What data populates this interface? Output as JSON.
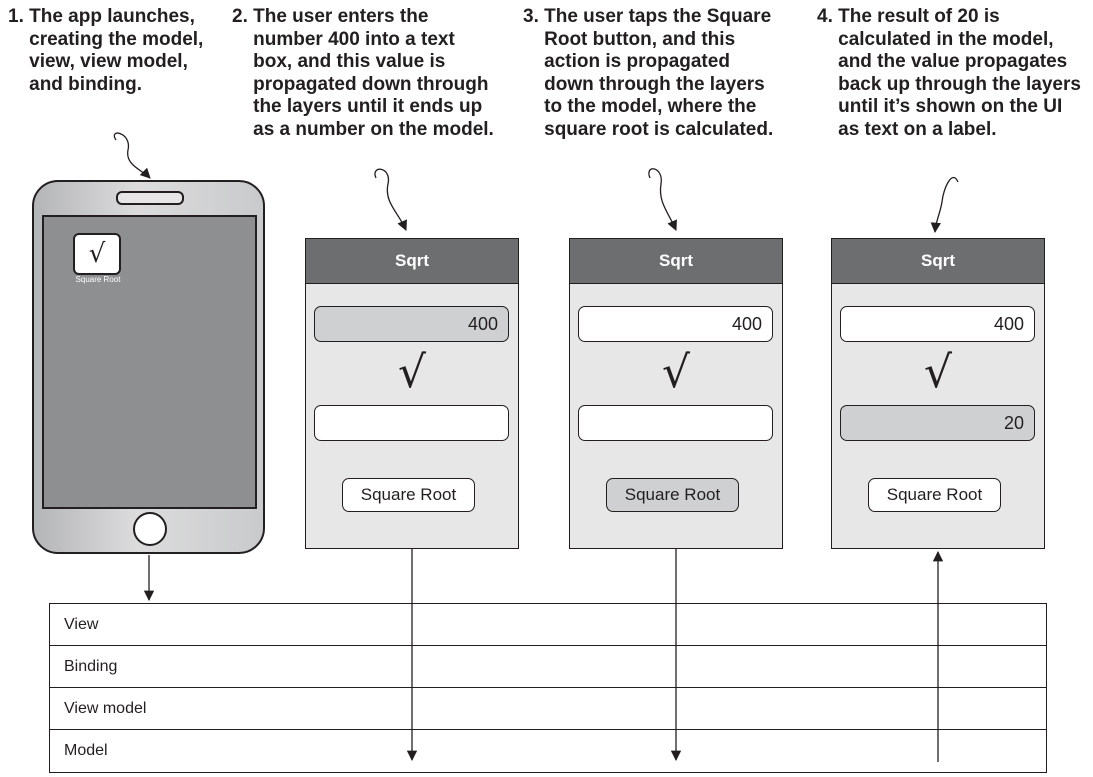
{
  "steps": [
    {
      "num": "1. ",
      "text": "The app launches,\ncreating the model,\nview, view model,\nand binding."
    },
    {
      "num": "2. ",
      "text": "The user enters the\nnumber 400 into a text\nbox, and this value is\npropagated down through\nthe layers until it ends up\nas a number on the model."
    },
    {
      "num": "3. ",
      "text": "The user taps the Square\nRoot button, and this\naction is propagated\ndown through the layers\nto the model, where the\nsquare root is calculated."
    },
    {
      "num": "4. ",
      "text": "The result of 20 is\ncalculated in the model,\nand the value propagates\nback up through the layers\nuntil it’s shown on the UI\nas text on a label."
    }
  ],
  "phone": {
    "icon_glyph": "√",
    "icon_label": "Square Root"
  },
  "screens": [
    {
      "title": "Sqrt",
      "sqrt_symbol": "√",
      "input_value": "400",
      "output_value": "",
      "button_label": "Square Root",
      "input_active": true,
      "output_active": false,
      "button_pressed": false
    },
    {
      "title": "Sqrt",
      "sqrt_symbol": "√",
      "input_value": "400",
      "output_value": "",
      "button_label": "Square Root",
      "input_active": false,
      "output_active": false,
      "button_pressed": true
    },
    {
      "title": "Sqrt",
      "sqrt_symbol": "√",
      "input_value": "400",
      "output_value": "20",
      "button_label": "Square Root",
      "input_active": false,
      "output_active": true,
      "button_pressed": false
    }
  ],
  "layers": [
    "View",
    "Binding",
    "View model",
    "Model"
  ],
  "colors": {
    "ink": "#231f20",
    "header": "#6d6e70",
    "screen_bg": "#e7e7e8",
    "highlight": "#cfd0d1",
    "phone_screen": "#8e8f91"
  }
}
